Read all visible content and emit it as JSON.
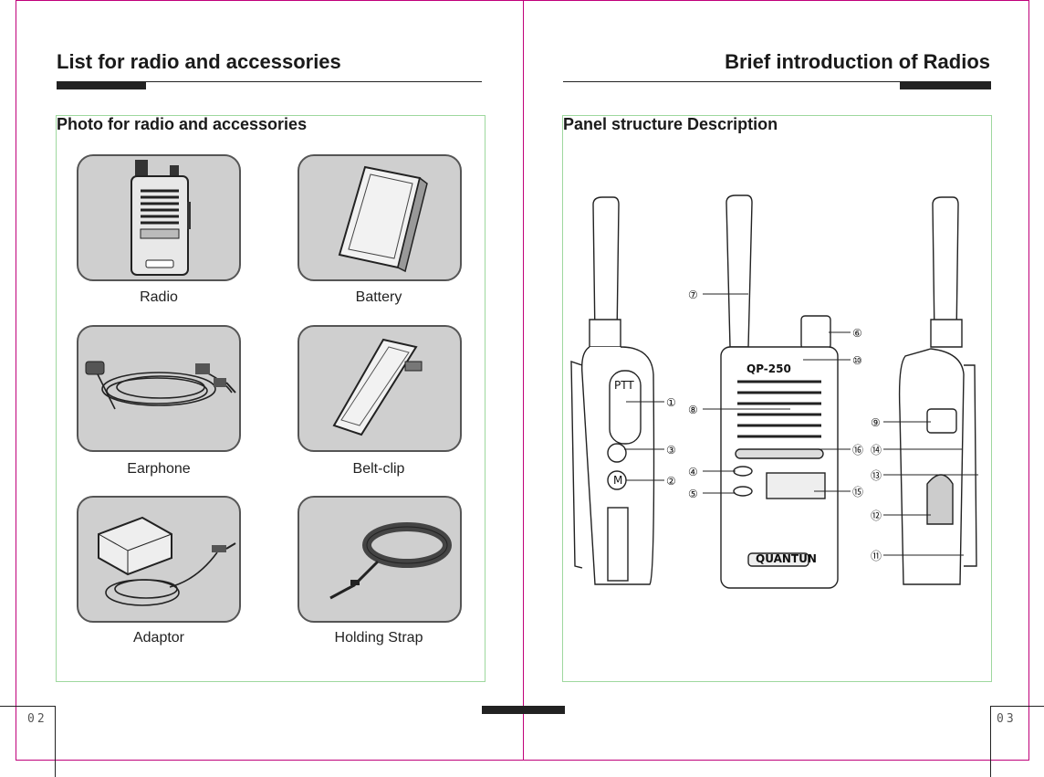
{
  "left_page": {
    "title": "List for radio and accessories",
    "subtitle": "Photo for radio and accessories",
    "items": [
      {
        "label": "Radio",
        "icon": "radio-icon"
      },
      {
        "label": "Battery",
        "icon": "battery-icon"
      },
      {
        "label": "Earphone",
        "icon": "earphone-icon"
      },
      {
        "label": "Belt-clip",
        "icon": "belt-clip-icon"
      },
      {
        "label": "Adaptor",
        "icon": "adaptor-icon"
      },
      {
        "label": "Holding Strap",
        "icon": "holding-strap-icon"
      }
    ],
    "page_number": "02"
  },
  "right_page": {
    "title": "Brief introduction of Radios",
    "subtitle": "Panel structure Description",
    "callouts": [
      "①",
      "②",
      "③",
      "④",
      "⑤",
      "⑥",
      "⑦",
      "⑧",
      "⑨",
      "⑩",
      "⑪",
      "⑫",
      "⑬",
      "⑭",
      "⑮",
      "⑯"
    ],
    "radio_model": "QP-250",
    "radio_brand": "QUANTUN",
    "ptt_label": "PTT",
    "menu_key_label": "M",
    "page_number": "03"
  },
  "colors": {
    "frame": "#c0007a",
    "panel_border": "#9ed89e",
    "card_fill": "#cfcfcf",
    "ink": "#1a1a1a"
  }
}
